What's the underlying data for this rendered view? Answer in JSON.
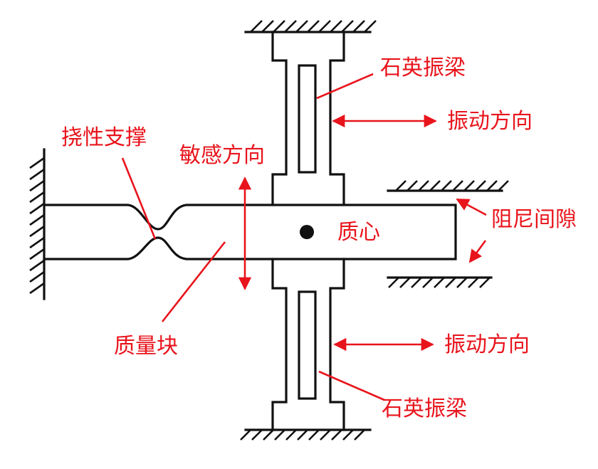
{
  "labels": {
    "quartz_beam_top": "石英振梁",
    "vibration_dir_top": "振动方向",
    "flexure": "挠性支撑",
    "sensitive_dir": "敏感方向",
    "damping_gap": "阻尼间隙",
    "center_of_mass": "质心",
    "proof_mass": "质量块",
    "vibration_dir_bottom": "振动方向",
    "quartz_beam_bottom": "石英振梁"
  },
  "colors": {
    "label": "#e8141c",
    "line": "#111111",
    "background": "#ffffff"
  }
}
